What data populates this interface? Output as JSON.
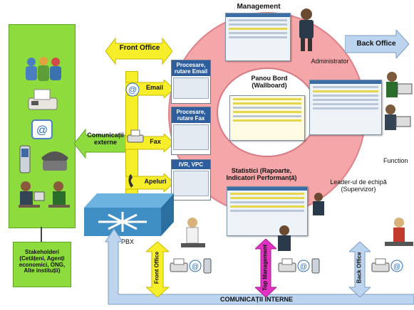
{
  "labels": {
    "management": "Management",
    "administrator": "Administrator",
    "front_office": "Front Office",
    "back_office": "Back Office",
    "email": "Email",
    "fax": "Fax",
    "apeluri": "Apeluri",
    "comunicatii_externe": "Comunicații externe",
    "procesare_email": "Procesare, rutare Email",
    "procesare_fax": "Procesare, rutare Fax",
    "ivr_vpc": "IVR, VPC",
    "panou_bord": "Panou Bord (Wallboard)",
    "statistici": "Statistici (Rapoarte, Indicatori Performanță)",
    "leader": "Leader-ul de echipă (Supervizor)",
    "functional": "Function",
    "pbx": "PBX",
    "stakeholderi": "Stakeholderi (Cetățeni, Agenți economici, ONG, Alte instituții)",
    "front_office_vertical": "Front Office",
    "top_management_vertical": "Top Management",
    "back_office_vertical": "Back Office",
    "comunicatii_interne": "COMUNICAȚII INTERNE"
  },
  "colors": {
    "yellow": "#f7ee2a",
    "green": "#8ddb3c",
    "pink_ring": "#f4a6a8",
    "light_blue": "#bcd4ee",
    "magenta": "#e331c4",
    "pbx_blue": "#3f8fc4"
  },
  "icons": [
    "people-icon",
    "fax-machine-icon",
    "email-at-icon",
    "mobile-phone-icon",
    "desk-phone-icon",
    "operator-at-desk-icon",
    "headset-agent-icon",
    "router-icon"
  ]
}
